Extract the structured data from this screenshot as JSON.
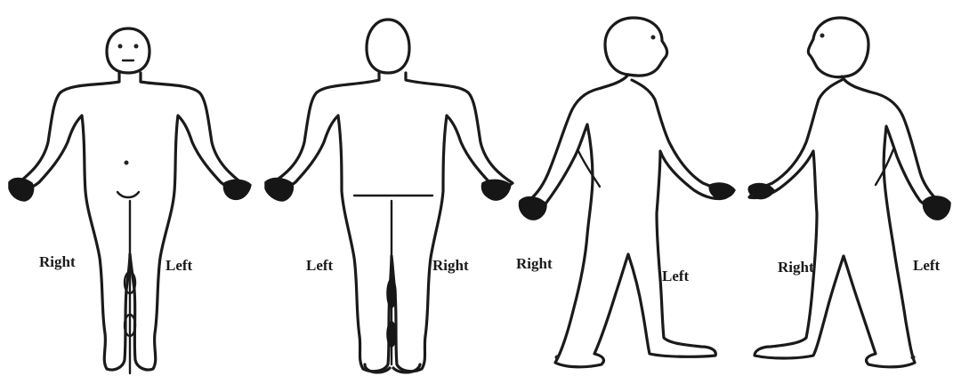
{
  "figures": [
    {
      "view": "front",
      "labels": {
        "first": "Right",
        "second": "Left"
      }
    },
    {
      "view": "back",
      "labels": {
        "first": "Left",
        "second": "Right"
      }
    },
    {
      "view": "side-right",
      "labels": {
        "first": "Right",
        "second": "Left"
      }
    },
    {
      "view": "side-left",
      "labels": {
        "first": "Right",
        "second": "Left"
      }
    }
  ]
}
